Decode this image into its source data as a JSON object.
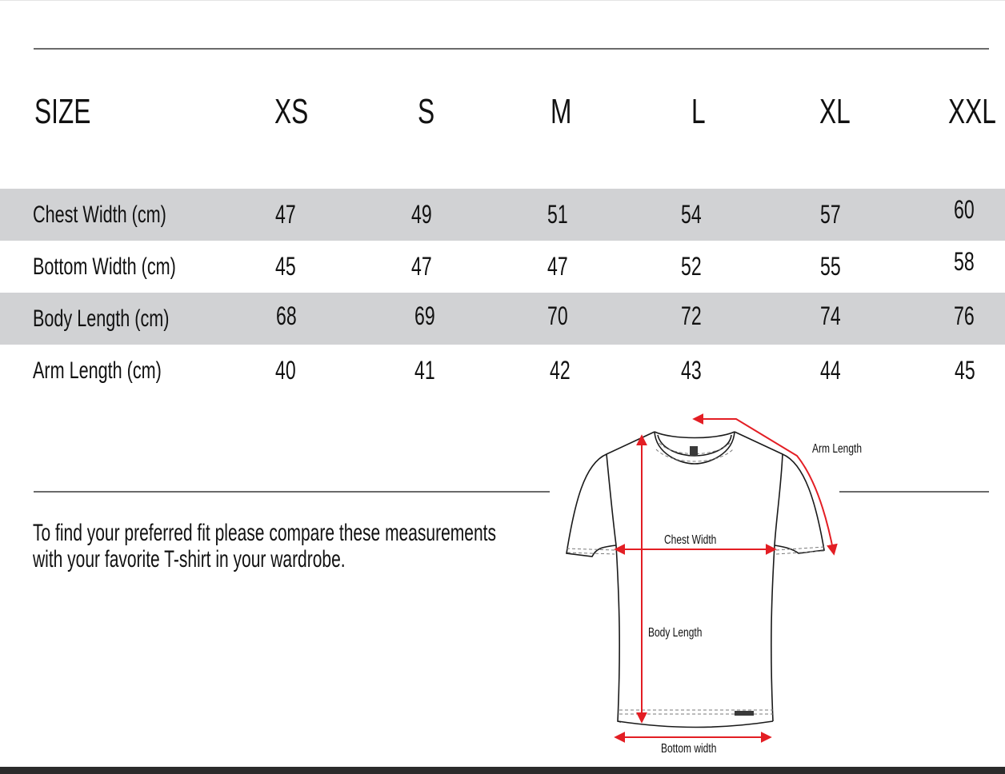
{
  "size_chart": {
    "header": {
      "label": "SIZE",
      "sizes": [
        "XS",
        "S",
        "M",
        "L",
        "XL",
        "XXL"
      ]
    },
    "rows": [
      {
        "label": "Chest Width  (cm)",
        "values": [
          "47",
          "49",
          "51",
          "54",
          "57",
          "60"
        ]
      },
      {
        "label": "Bottom Width  (cm)",
        "values": [
          "45",
          "47",
          "47",
          "52",
          "55",
          "58"
        ]
      },
      {
        "label": "Body Length  (cm)",
        "values": [
          "68",
          "69",
          "70",
          "72",
          "74",
          "76"
        ]
      },
      {
        "label": "Arm Length  (cm)",
        "values": [
          "40",
          "41",
          "42",
          "43",
          "44",
          "45"
        ]
      }
    ]
  },
  "note": {
    "line1": "To find your preferred fit please compare these measurements",
    "line2": "with your favorite T-shirt in your wardrobe."
  },
  "diagram": {
    "labels": {
      "arm_length": "Arm Length",
      "chest_width": "Chest Width",
      "body_length": "Body Length",
      "bottom_width": "Bottom width"
    },
    "arrow_color": "#e31e24",
    "outline_color": "#1a1a1a"
  },
  "colors": {
    "row_shade": "#d1d2d4",
    "rule": "#6b6b6b",
    "bottom_bar": "#2b2b2b"
  }
}
